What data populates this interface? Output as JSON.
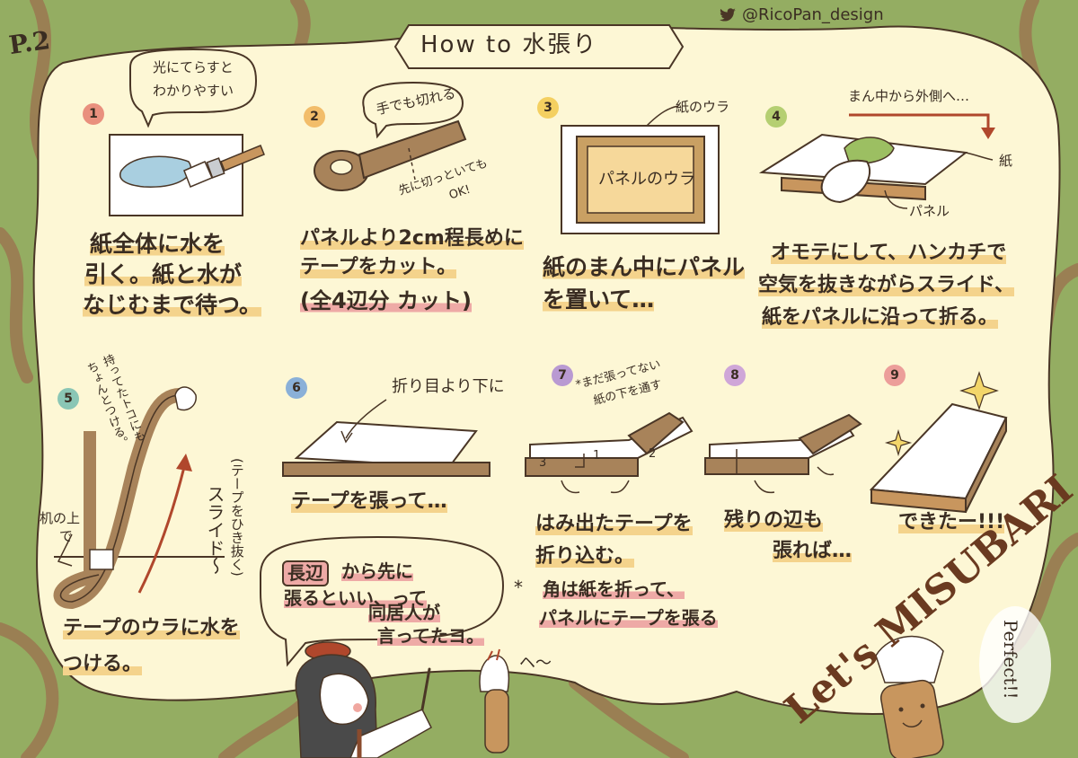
{
  "header": {
    "page_label": "P.2",
    "title": "How to 水張り",
    "credit_handle": "@RicoPan_design"
  },
  "icons": {
    "credit": "twitter-bird-icon",
    "sparkle": "sparkle-icon"
  },
  "colors": {
    "background_green": "#94ad62",
    "panel_cream": "#fdf7d5",
    "line_brown": "#4a3626",
    "tape_brown": "#a8835a",
    "highlight_yellow": "#f4d38c",
    "highlight_pink": "#eeaaa6",
    "arrow_red": "#b0472c",
    "sponge_green": "#9cbf62"
  },
  "steps": [
    {
      "number": "1",
      "badge_color": "#e9907e",
      "bubble": [
        "光にてらすと",
        "わかりやすい"
      ],
      "caption": [
        "紙全体に水を",
        "引く。紙と水が",
        "なじむまで待つ。"
      ]
    },
    {
      "number": "2",
      "badge_color": "#f2bd6a",
      "bubble": [
        "手でも切れる"
      ],
      "note": [
        "先に切っといても",
        "OK!"
      ],
      "caption": [
        "パネルより2cm程長めに",
        "テープをカット。",
        "(全4辺分 カット)"
      ]
    },
    {
      "number": "3",
      "badge_color": "#f4d061",
      "label_paper_back": "紙のウラ",
      "label_panel_back": "パネルのウラ",
      "caption": [
        "紙のまん中にパネル",
        "を置いて…"
      ]
    },
    {
      "number": "4",
      "badge_color": "#b5cf72",
      "note_direction": "まん中から外側へ…",
      "label_paper": "紙",
      "label_panel": "パネル",
      "caption": [
        "オモテにして、ハンカチで",
        "空気を抜きながらスライド、",
        "紙をパネルに沿って折る。"
      ]
    },
    {
      "number": "5",
      "badge_color": "#8ac6b5",
      "note_hold": [
        "持ってたトコにも",
        "ちょんとつける。"
      ],
      "note_desk": [
        "机の上",
        "で"
      ],
      "note_slide": "スライド〜",
      "note_slide_sub": "(テープをひき抜く)",
      "caption": [
        "テープのウラに水を",
        "つける。"
      ]
    },
    {
      "number": "6",
      "badge_color": "#8ab0d8",
      "note_fold": "折り目より下に",
      "caption": [
        "テープを張って…"
      ]
    },
    {
      "number": "7",
      "badge_color": "#b99ad2",
      "note": [
        "*まだ張ってない",
        "紙の下を通す"
      ],
      "mark_1": "1",
      "mark_2": "2",
      "mark_3": "3",
      "caption": [
        "はみ出たテープを",
        "折り込む。"
      ],
      "footnote": [
        "*",
        "角は紙を折って、",
        "パネルにテープを張る"
      ]
    },
    {
      "number": "8",
      "badge_color": "#cfa6d8",
      "caption": [
        "残りの辺も",
        "張れば…"
      ]
    },
    {
      "number": "9",
      "badge_color": "#ec9e9a",
      "caption": [
        "できたー!!!"
      ]
    }
  ],
  "speech": {
    "tag": "長辺",
    "lines": [
      "から先に",
      "張るといい、って",
      "同居人が",
      "言ってたヨ。"
    ]
  },
  "brush_sound": "ヘ〜",
  "lets_title": "Let's MISUBARI",
  "perfect": "Perfect!!"
}
